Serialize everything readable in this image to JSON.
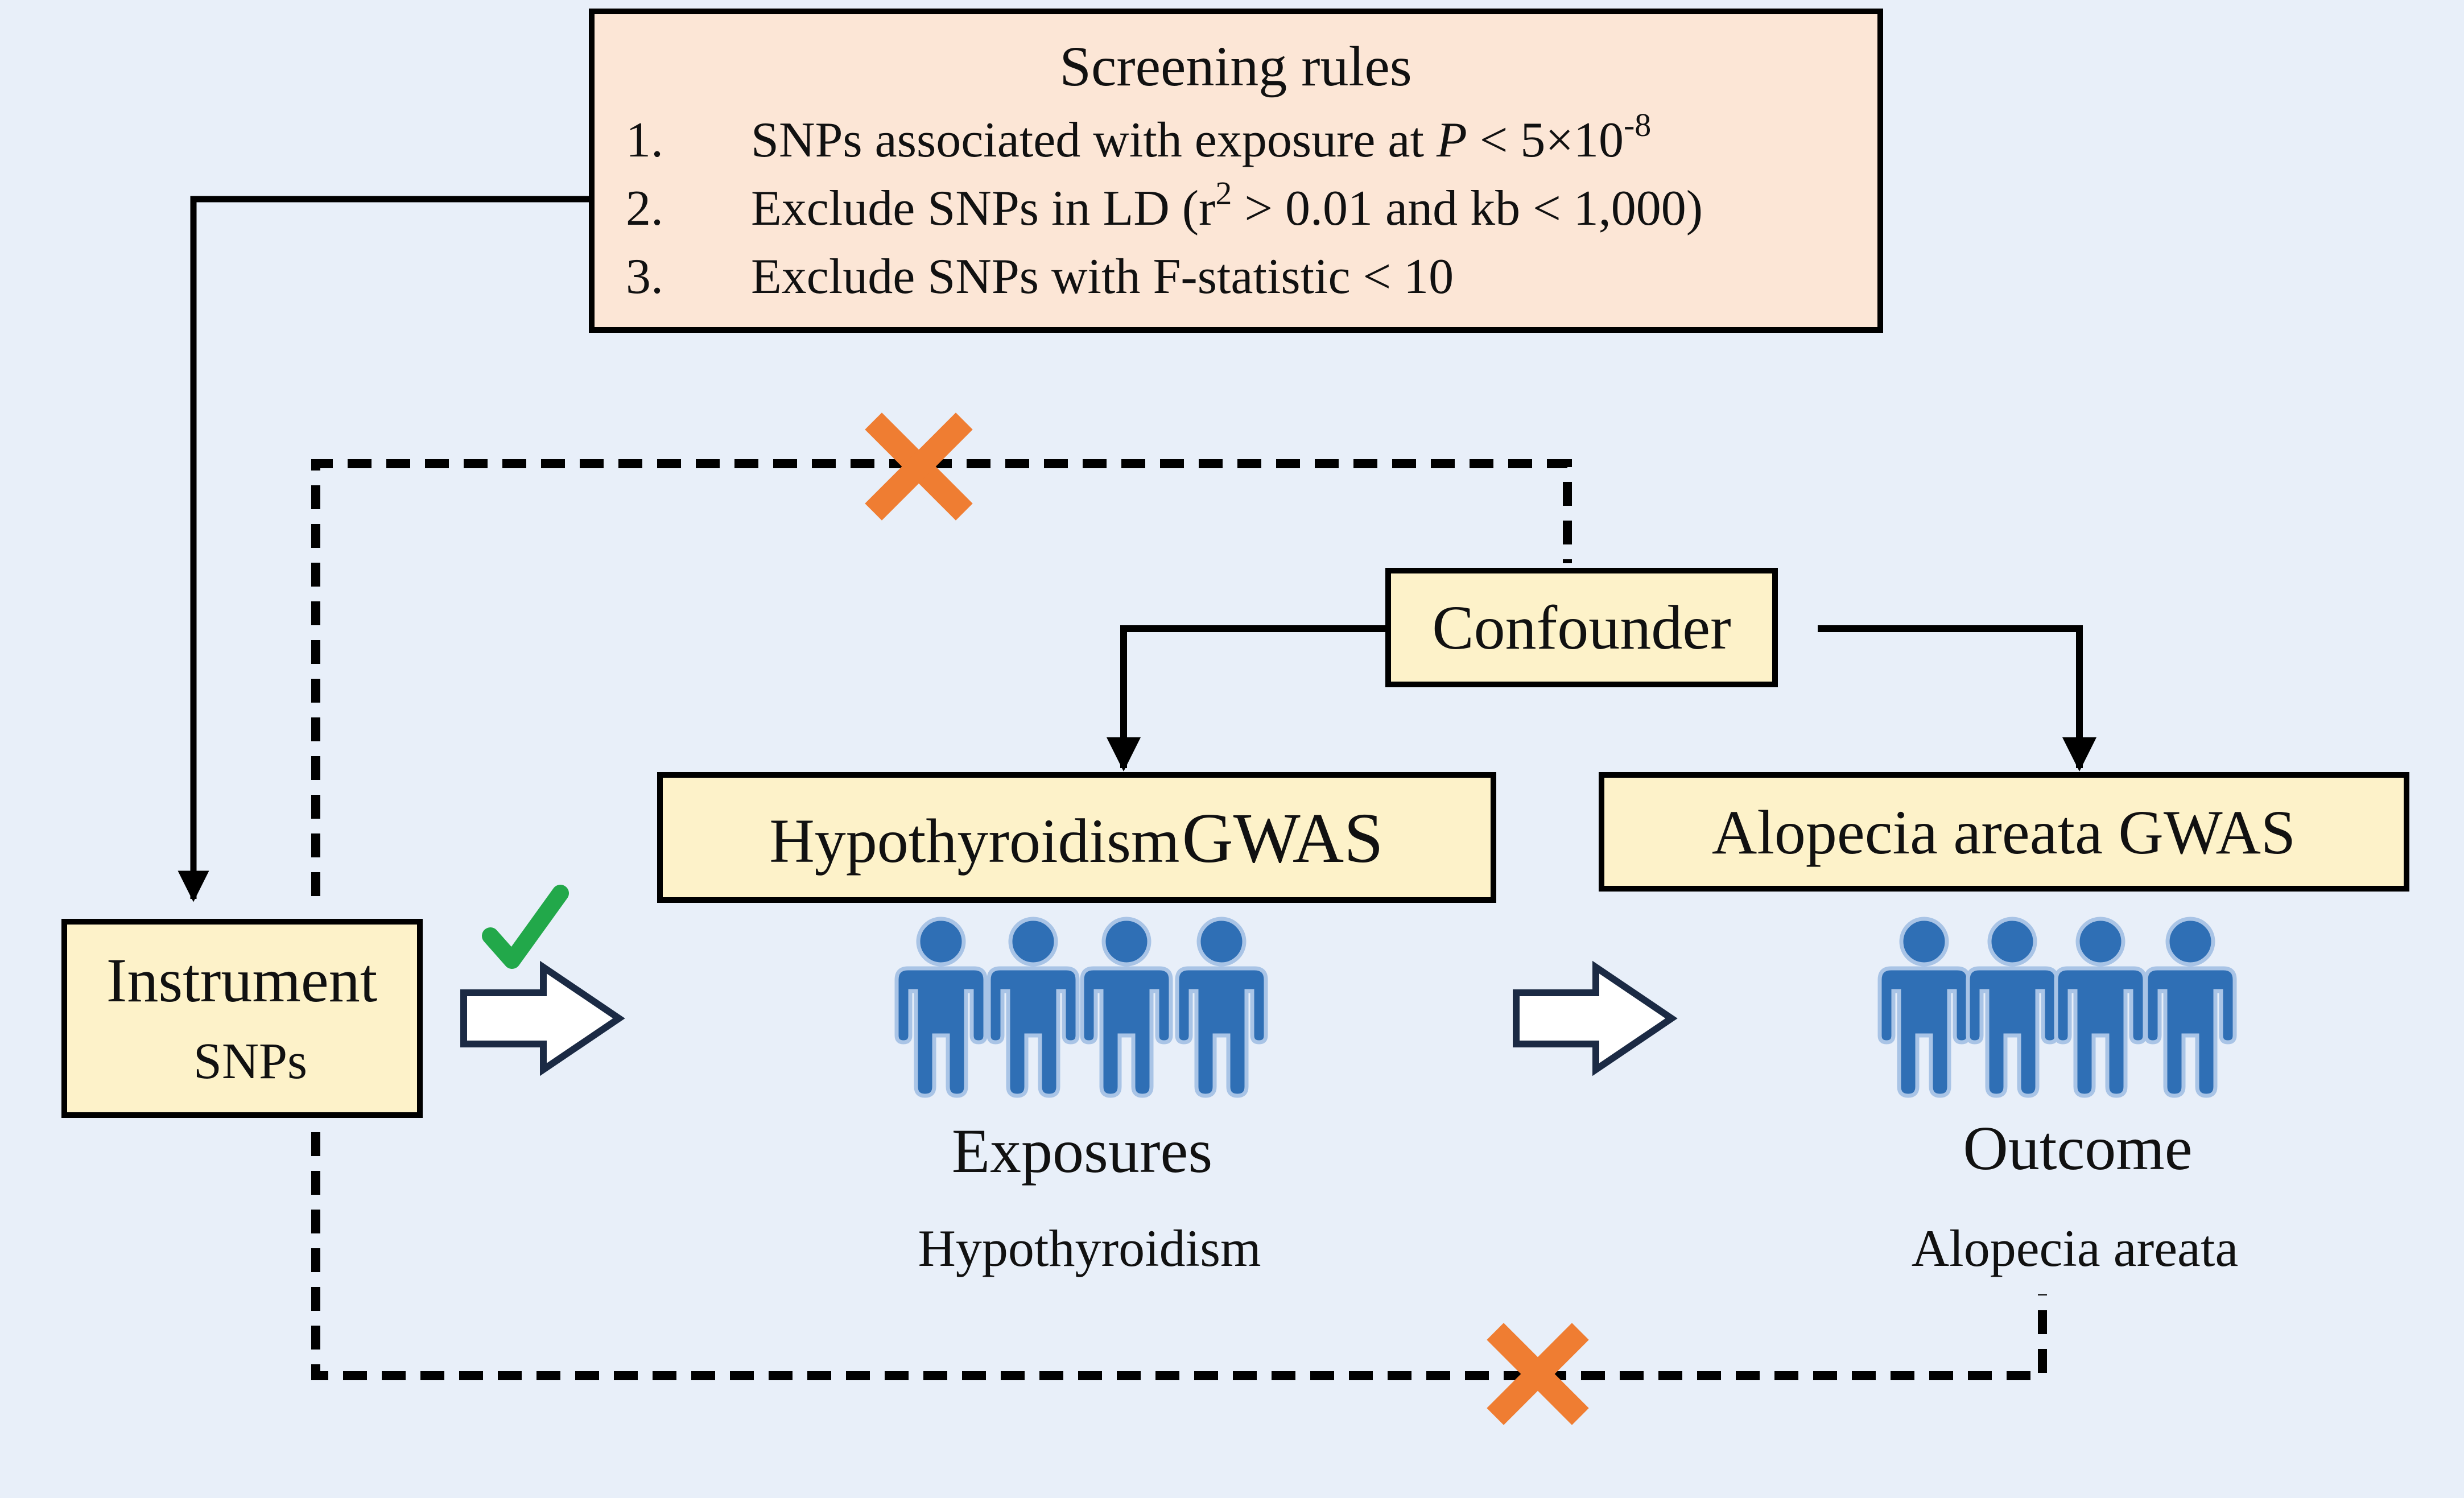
{
  "colors": {
    "background": "#e8eff9",
    "rules_box_fill": "#fce6d6",
    "label_box_fill": "#fdf2c9",
    "person_fill": "#2f6fb5",
    "person_outline": "#a9c4e6",
    "cross": "#ef7d32",
    "check": "#22a84a",
    "arrow_outline": "#1b2a44"
  },
  "screening": {
    "title": "Screening rules",
    "rules": [
      {
        "num": "1.",
        "text": "SNPs associated with exposure at",
        "p_symbol": "P",
        "op": "<",
        "mantissa": "5×10",
        "exponent": "-8"
      },
      {
        "num": "2.",
        "pre": "Exclude SNPs in LD (r",
        "sup": "2",
        "post": " > 0.01 and kb < 1,000)"
      },
      {
        "num": "3.",
        "text": "Exclude SNPs with F-statistic < 10"
      }
    ]
  },
  "nodes": {
    "confounder": "Confounder",
    "instrument_line1": "Instrument",
    "instrument_line2": "SNPs",
    "exposure_gwas_part1": "Hypothyroidism",
    "exposure_gwas_part2": "GWAS",
    "outcome_gwas": "Alopecia areata GWAS"
  },
  "groups": {
    "exposure_title": "Exposures",
    "exposure_sub": "Hypothyroidism",
    "outcome_title": "Outcome",
    "outcome_sub": "Alopecia areata"
  },
  "icons": {
    "person": "person-icon",
    "check": "check-mark-icon",
    "cross": "cross-mark-icon",
    "block_arrow": "right-block-arrow-icon"
  }
}
